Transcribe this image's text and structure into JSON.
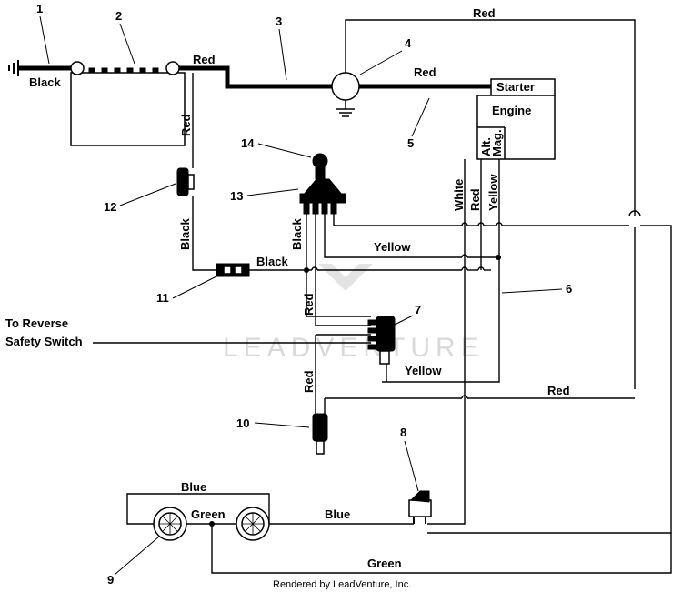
{
  "wires": {
    "red_top": "Red",
    "red_battery": "Red",
    "red_solenoid": "Red",
    "red_vertical_battery": "Red",
    "black_battery": "Black",
    "black_left": "Black",
    "black_switch": "Black",
    "black_ignition": "Black",
    "white_alt": "White",
    "red_alt": "Red",
    "yellow_alt": "Yellow",
    "yellow_middle": "Yellow",
    "yellow_lower": "Yellow",
    "red_lower_left": "Red",
    "red_left_mid": "Red",
    "red_lower_right": "Red",
    "blue_top": "Blue",
    "green_lights": "Green",
    "blue_bottom": "Blue",
    "green_bottom": "Green"
  },
  "engine": {
    "starter": "Starter",
    "engine": "Engine",
    "alt": "Alt.",
    "mag": "Mag."
  },
  "labels": {
    "reverse_line1": "To Reverse",
    "reverse_line2": "Safety Switch",
    "credit": "Rendered by LeadVenture, Inc.",
    "watermark": "LEADVENTURE"
  },
  "callouts": [
    "1",
    "2",
    "3",
    "4",
    "5",
    "6",
    "7",
    "8",
    "9",
    "10",
    "11",
    "12",
    "13",
    "14"
  ]
}
